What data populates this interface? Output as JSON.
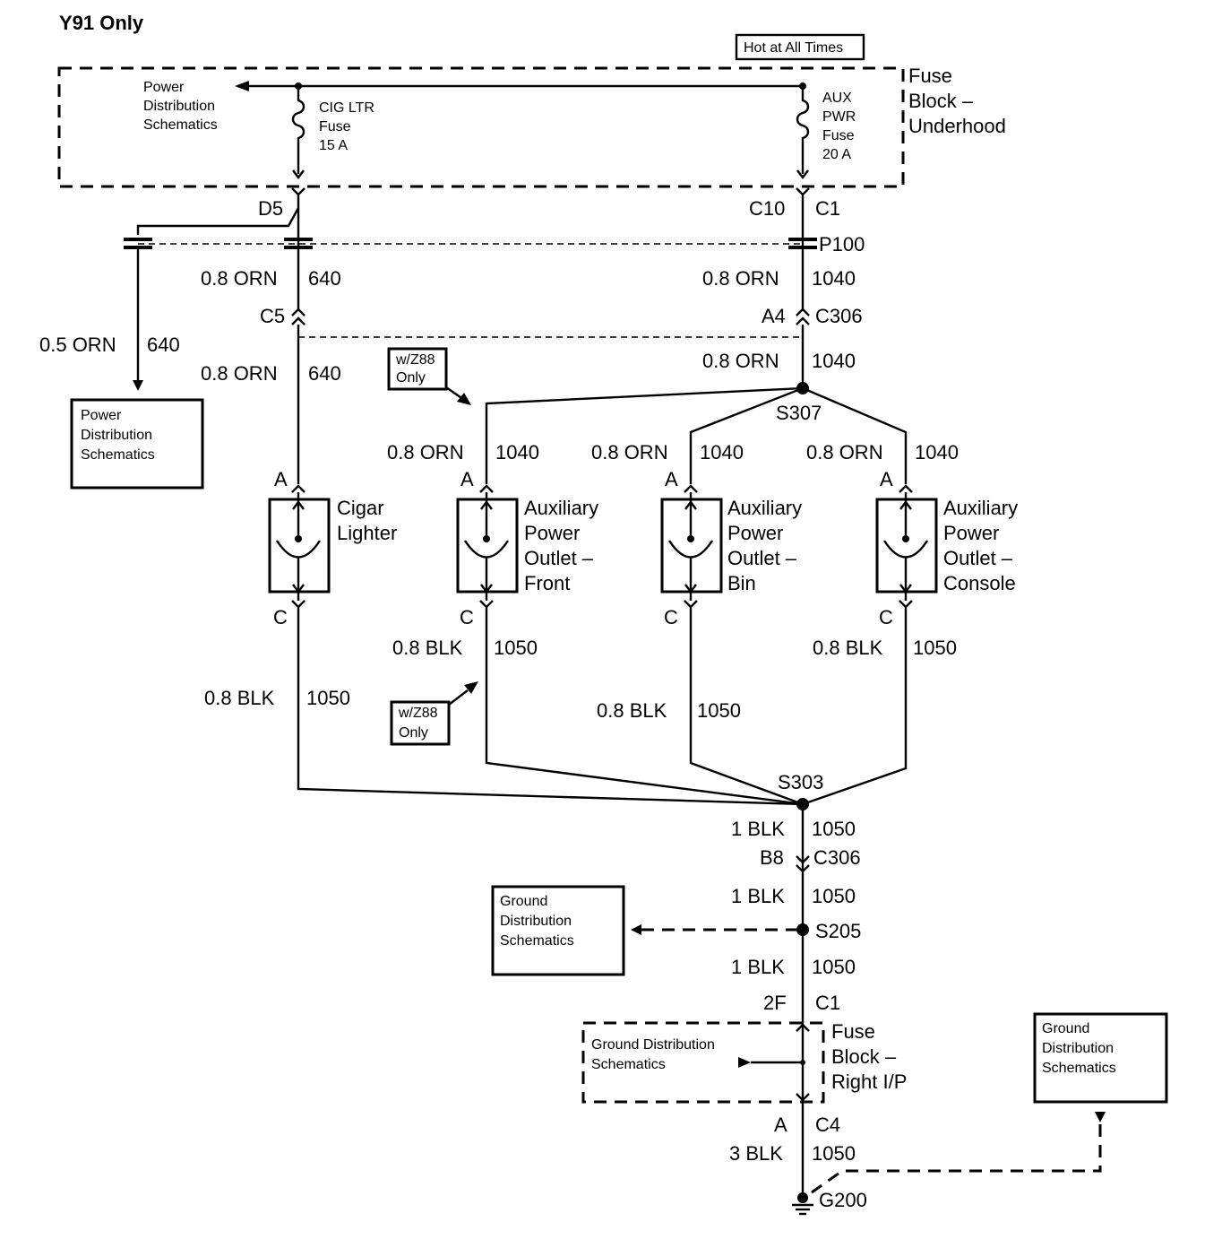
{
  "title": "Y91 Only",
  "hot_label": "Hot at All Times",
  "underhood_fuse_block": {
    "label_lines": [
      "Fuse",
      "Block –",
      "Underhood"
    ],
    "power_dist_lines": [
      "Power",
      "Distribution",
      "Schematics"
    ],
    "cig_fuse_lines": [
      "CIG LTR",
      "Fuse",
      "15 A"
    ],
    "aux_fuse_lines": [
      "AUX",
      "PWR",
      "Fuse",
      "20 A"
    ]
  },
  "connectors": {
    "d5": "D5",
    "c10": "C10",
    "c1_top": "C1",
    "p100": "P100",
    "c5": "C5",
    "a4": "A4",
    "c306_top": "C306",
    "b8": "B8",
    "c306_bottom": "C306",
    "s205": "S205",
    "f2": "2F",
    "c1_bottom": "C1",
    "a_bottom": "A",
    "c4": "C4",
    "g200": "G200",
    "s307": "S307",
    "s303": "S303"
  },
  "wires": {
    "cig_upper": {
      "gauge": "0.8 ORN",
      "circuit": "640"
    },
    "left_branch": {
      "gauge": "0.5 ORN",
      "circuit": "640"
    },
    "cig_lower": {
      "gauge": "0.8 ORN",
      "circuit": "640"
    },
    "aux_upper": {
      "gauge": "0.8 ORN",
      "circuit": "1040"
    },
    "aux_lower": {
      "gauge": "0.8 ORN",
      "circuit": "1040"
    },
    "front_feed": {
      "gauge": "0.8 ORN",
      "circuit": "1040"
    },
    "bin_feed": {
      "gauge": "0.8 ORN",
      "circuit": "1040"
    },
    "console_feed": {
      "gauge": "0.8 ORN",
      "circuit": "1040"
    },
    "front_ground": {
      "gauge": "0.8 BLK",
      "circuit": "1050"
    },
    "cig_ground": {
      "gauge": "0.8 BLK",
      "circuit": "1050"
    },
    "bin_ground": {
      "gauge": "0.8 BLK",
      "circuit": "1050"
    },
    "console_ground": {
      "gauge": "0.8 BLK",
      "circuit": "1050"
    },
    "main_ground_1": {
      "gauge": "1 BLK",
      "circuit": "1050"
    },
    "main_ground_2": {
      "gauge": "1 BLK",
      "circuit": "1050"
    },
    "main_ground_3": {
      "gauge": "1 BLK",
      "circuit": "1050"
    },
    "main_ground_4": {
      "gauge": "3 BLK",
      "circuit": "1050"
    }
  },
  "options": {
    "z88_lines": [
      "w/Z88",
      "Only"
    ]
  },
  "pins": {
    "a": "A",
    "c": "C"
  },
  "components": {
    "cigar": [
      "Cigar",
      "Lighter"
    ],
    "front": [
      "Auxiliary",
      "Power",
      "Outlet –",
      "Front"
    ],
    "bin": [
      "Auxiliary",
      "Power",
      "Outlet –",
      "Bin"
    ],
    "console": [
      "Auxiliary",
      "Power",
      "Outlet –",
      "Console"
    ]
  },
  "refs": {
    "power_dist_box": [
      "Power",
      "Distribution",
      "Schematics"
    ],
    "ground_dist_box_left": [
      "Ground",
      "Distribution",
      "Schematics"
    ],
    "ground_dist_box_right": [
      "Ground",
      "Distribution",
      "Schematics"
    ],
    "ground_dist_inside": [
      "Ground Distribution",
      "Schematics"
    ]
  },
  "ip_fuse_block": {
    "label_lines": [
      "Fuse",
      "Block –",
      "Right I/P"
    ]
  }
}
